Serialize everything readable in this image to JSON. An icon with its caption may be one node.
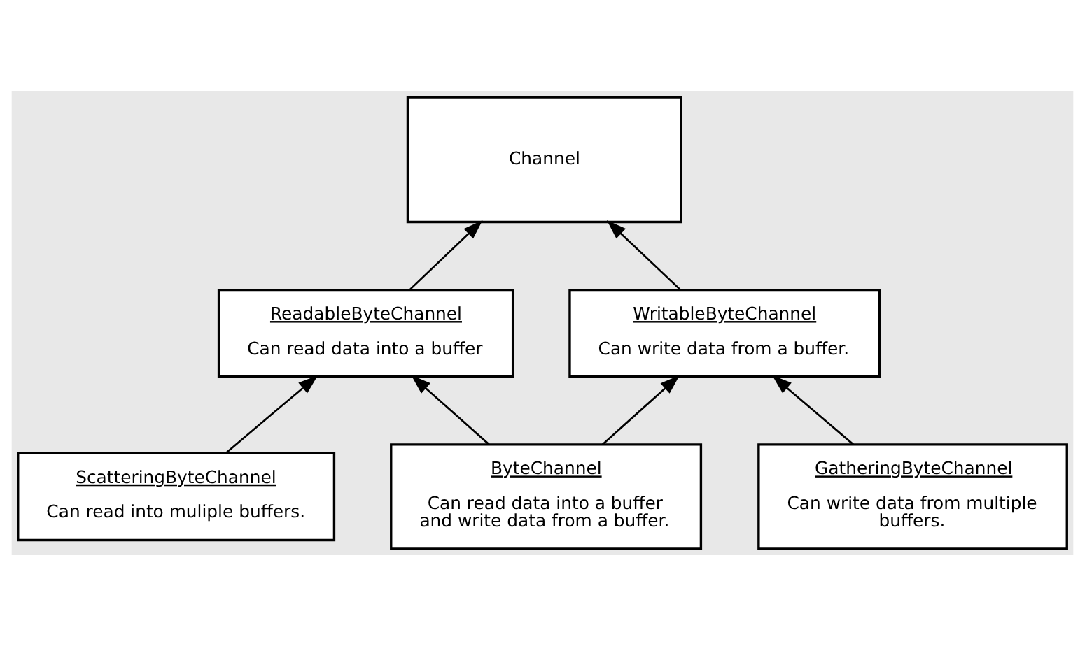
{
  "diagram": {
    "nodes": [
      {
        "text": [
          "Channel"
        ]
      },
      {
        "text": [
          "ReadableByteChannel",
          "Can read data into a buffer"
        ]
      },
      {
        "text": [
          "WritableByteChannel",
          "Can write data from a buffer."
        ]
      },
      {
        "text": [
          "ScatteringByteChannel",
          "Can read into muliple buffers."
        ]
      },
      {
        "text": [
          "ByteChannel",
          "Can read data into a buffer and write data from a buffer."
        ]
      },
      {
        "text": [
          "GatheringByteChannel",
          "Can write data from multiple buffers."
        ]
      }
    ],
    "edges": [
      {
        "from": 1,
        "to": 0,
        "arrow": "to"
      },
      {
        "from": 2,
        "to": 0,
        "arrow": "to"
      },
      {
        "from": 3,
        "to": 1,
        "arrow": "to"
      },
      {
        "from": 4,
        "to": 1,
        "arrow": "to"
      },
      {
        "from": 4,
        "to": 2,
        "arrow": "to"
      },
      {
        "from": 5,
        "to": 2,
        "arrow": "to"
      }
    ]
  }
}
